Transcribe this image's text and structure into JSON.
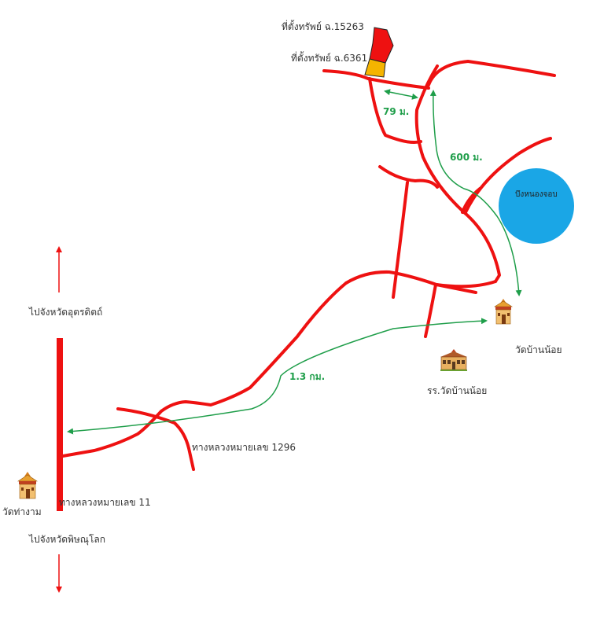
{
  "colors": {
    "road": "#ee1111",
    "arrow_red": "#ee1111",
    "arrow_green": "#1f9e4a",
    "lake": "#1aa6e6",
    "plot_15263": "#ee1111",
    "plot_6361": "#f5b400",
    "temple": "#e8a030",
    "school": "#b05a2a"
  },
  "plots": {
    "plot_15263": "ที่ตั้งทรัพย์ ฉ.15263",
    "plot_6361": "ที่ตั้งทรัพย์ ฉ.6361"
  },
  "distances": {
    "d79": "79 ม.",
    "d600": "600 ม.",
    "d13": "1.3 กม."
  },
  "lake": {
    "name": "บึงหนองจอบ"
  },
  "landmarks": {
    "wat_ban_noi": "วัดบ้านน้อย",
    "school": "รร.วัดบ้านน้อย",
    "wat_tha_ngam": "วัดท่างาม"
  },
  "roads": {
    "hw1296": "ทางหลวงหมายเลข 1296",
    "hw11": "ทางหลวงหมายเลข 11"
  },
  "directions": {
    "north": "ไปจังหวัดอุตรดิตถ์",
    "south": "ไปจังหวัดพิษณุโลก"
  },
  "icons": {
    "temple": "temple-icon",
    "school": "school-icon",
    "arrow_up": "arrow-up-icon",
    "arrow_down": "arrow-down-icon"
  }
}
